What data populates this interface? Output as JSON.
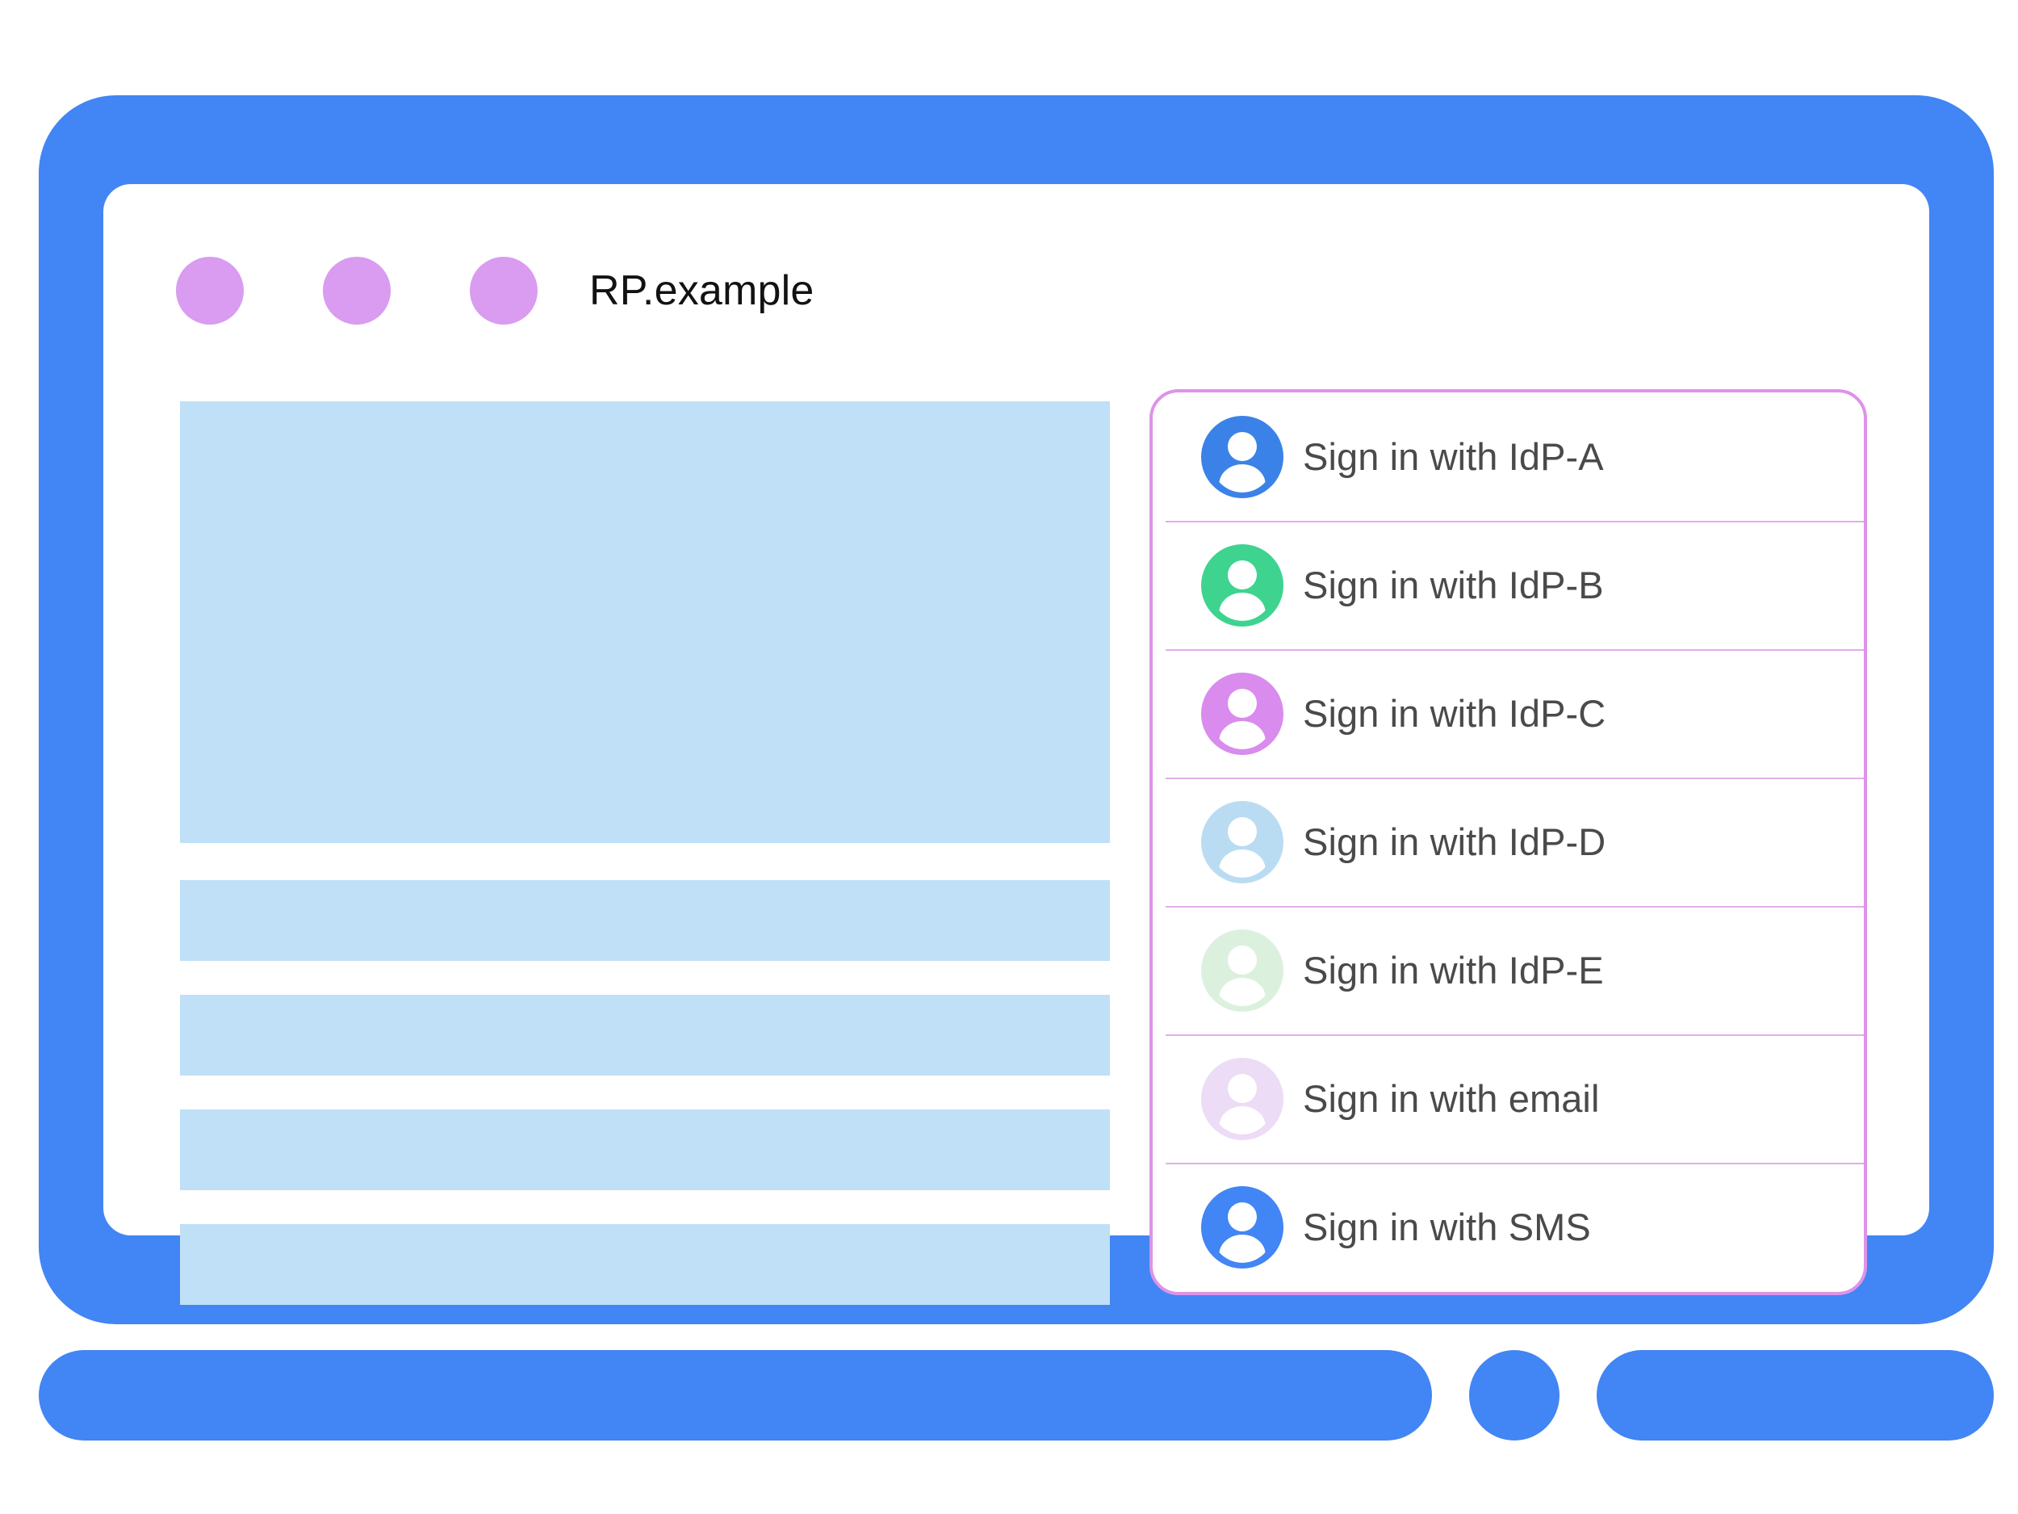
{
  "window": {
    "title": "RP.example",
    "title_dots": [
      "purple-dot-1",
      "purple-dot-2",
      "purple-dot-3"
    ],
    "home_button": "home-button"
  },
  "colors": {
    "device_frame": "#4285f4",
    "title_dot": "#d99cf0",
    "placeholder_block": "#bfe0f6",
    "panel_border": "#dd93e8",
    "panel_divider": "#e3acea",
    "label_text": "#4a4a4a",
    "title_text": "#121212"
  },
  "content_placeholders": [
    {
      "name": "hero-block"
    },
    {
      "name": "text-block-1"
    },
    {
      "name": "text-block-2"
    },
    {
      "name": "text-block-3"
    },
    {
      "name": "text-block-4"
    }
  ],
  "account_chooser": {
    "items": [
      {
        "label": "Sign in with IdP-A",
        "icon": "person-avatar-icon",
        "avatar_color": "#3b82e8"
      },
      {
        "label": "Sign in with IdP-B",
        "icon": "person-avatar-icon",
        "avatar_color": "#3ed48f"
      },
      {
        "label": "Sign in with IdP-C",
        "icon": "person-avatar-icon",
        "avatar_color": "#d98bee"
      },
      {
        "label": "Sign in with IdP-D",
        "icon": "person-avatar-icon",
        "avatar_color": "#b9dcf2"
      },
      {
        "label": "Sign in with IdP-E",
        "icon": "person-avatar-icon",
        "avatar_color": "#dbf1de"
      },
      {
        "label": "Sign in with email",
        "icon": "person-avatar-icon",
        "avatar_color": "#ecdcf6"
      },
      {
        "label": "Sign in with SMS",
        "icon": "person-avatar-icon",
        "avatar_color": "#4285f4"
      }
    ]
  }
}
